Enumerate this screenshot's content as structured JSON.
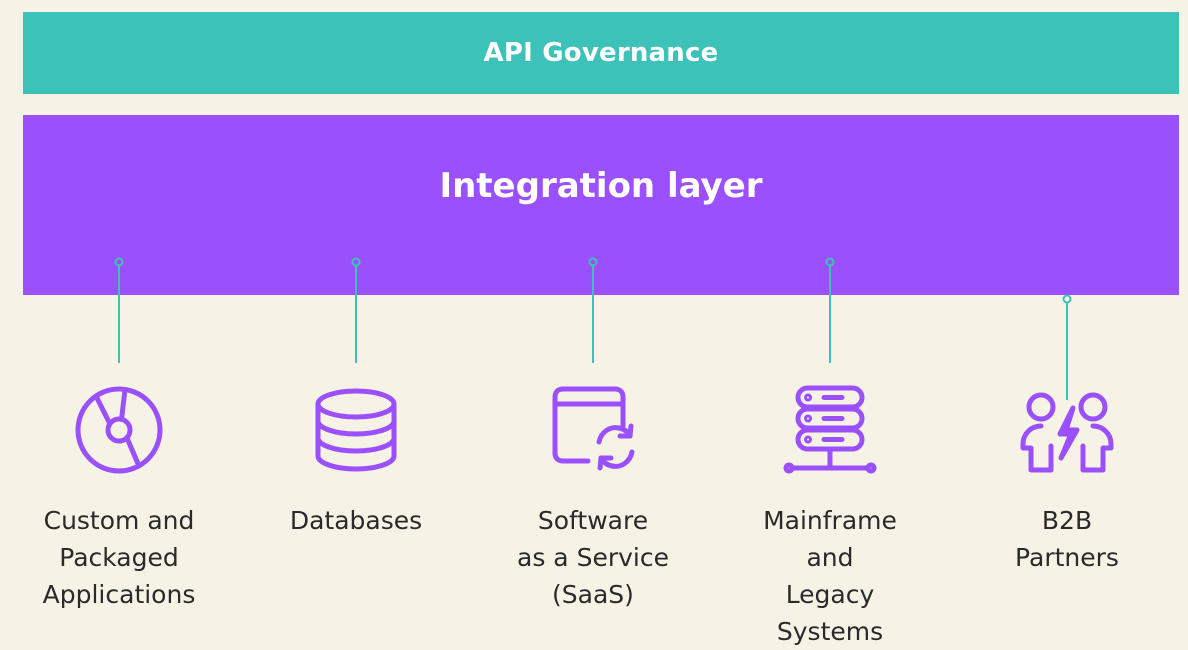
{
  "governance": {
    "title": "API Governance"
  },
  "integration_layer": {
    "title": "Integration layer"
  },
  "colors": {
    "background": "#f6f2e6",
    "governance_bar": "#3cc2b8",
    "integration_layer": "#9a50fc",
    "icon": "#9a50fc",
    "connector": "#3cc2b8"
  },
  "systems": [
    {
      "label": "Custom and\nPackaged\nApplications",
      "icon": "disc-icon"
    },
    {
      "label": "Databases",
      "icon": "database-icon"
    },
    {
      "label": "Software\nas a Service\n(SaaS)",
      "icon": "browser-sync-icon"
    },
    {
      "label": "Mainframe\nand\nLegacy\nSystems",
      "icon": "server-rack-icon"
    },
    {
      "label": "B2B\nPartners",
      "icon": "partners-lightning-icon"
    }
  ]
}
